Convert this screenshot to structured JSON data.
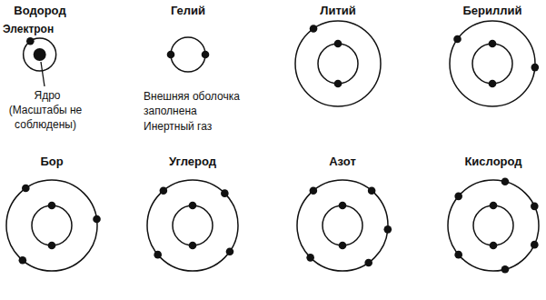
{
  "diagram": {
    "nodes": [
      {
        "text": [
          "Водород"
        ]
      },
      {
        "text": [
          "Гелий"
        ]
      },
      {
        "text": [
          "Литий"
        ]
      },
      {
        "text": [
          "Бериллий"
        ]
      },
      {
        "text": [
          "Бор"
        ]
      },
      {
        "text": [
          "Углерод"
        ]
      },
      {
        "text": [
          "Азот"
        ]
      },
      {
        "text": [
          "Кислород"
        ]
      }
    ],
    "labels": [
      "Электрон",
      "Ядро",
      "(Масштабы не соблюдены)",
      "Внешняя оболочка заполнена",
      "Инертный газ"
    ]
  }
}
